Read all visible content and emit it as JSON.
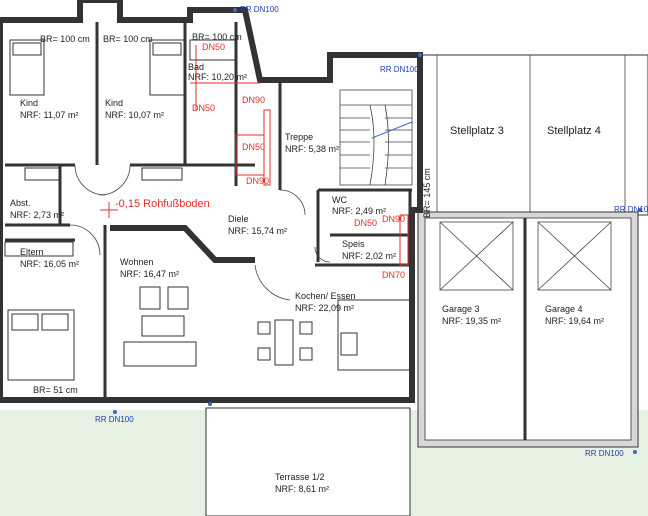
{
  "rooms": {
    "kind1": {
      "name": "Kind",
      "area": "NRF: 11,07 m²"
    },
    "kind2": {
      "name": "Kind",
      "area": "NRF: 10,07 m²"
    },
    "bad": {
      "name": "Bad",
      "area": "NRF: 10,20 m²"
    },
    "treppe": {
      "name": "Treppe",
      "area": "NRF: 5,38 m²"
    },
    "abst": {
      "name": "Abst.",
      "area": "NRF: 2,73 m²"
    },
    "diele": {
      "name": "Diele",
      "area": "NRF: 15,74 m²"
    },
    "wc": {
      "name": "WC",
      "area": "NRF: 2,49 m²"
    },
    "speis": {
      "name": "Speis",
      "area": "NRF: 2,02 m²"
    },
    "eltern": {
      "name": "Eltern",
      "area": "NRF: 16,05 m²"
    },
    "wohnen": {
      "name": "Wohnen",
      "area": "NRF: 16,47 m²"
    },
    "kochen": {
      "name": "Kochen/ Essen",
      "area": "NRF: 22,09 m²"
    },
    "stellplatz3": {
      "name": "Stellplatz 3"
    },
    "stellplatz4": {
      "name": "Stellplatz 4"
    },
    "garage3": {
      "name": "Garage 3",
      "area": "NRF: 19,35 m²"
    },
    "garage4": {
      "name": "Garage 4",
      "area": "NRF: 19,64 m²"
    },
    "terrasse": {
      "name": "Terrasse 1/2",
      "area": "NRF: 8,61 m²"
    }
  },
  "window_widths": {
    "br1": "BR= 100 cm",
    "br2": "BR= 100 cm",
    "br3": "BR= 100 cm",
    "br4": "BR= 51 cm",
    "br5": "BR= 145 cm"
  },
  "pipes": {
    "dn50_a": "DN50",
    "dn50_b": "DN50",
    "dn90_a": "DN90",
    "dn50_c": "DN50",
    "dn90_b": "DN90",
    "dn50_d": "DN50",
    "dn90_c": "DN90",
    "dn70": "DN70"
  },
  "rain_pipes": {
    "rr1": "RR DN100",
    "rr2": "RR DN100",
    "rr3": "RR DN100",
    "rr4": "RR DN100",
    "rr5": "RR DN100"
  },
  "level_note": "-0,15 Rohfußboden"
}
